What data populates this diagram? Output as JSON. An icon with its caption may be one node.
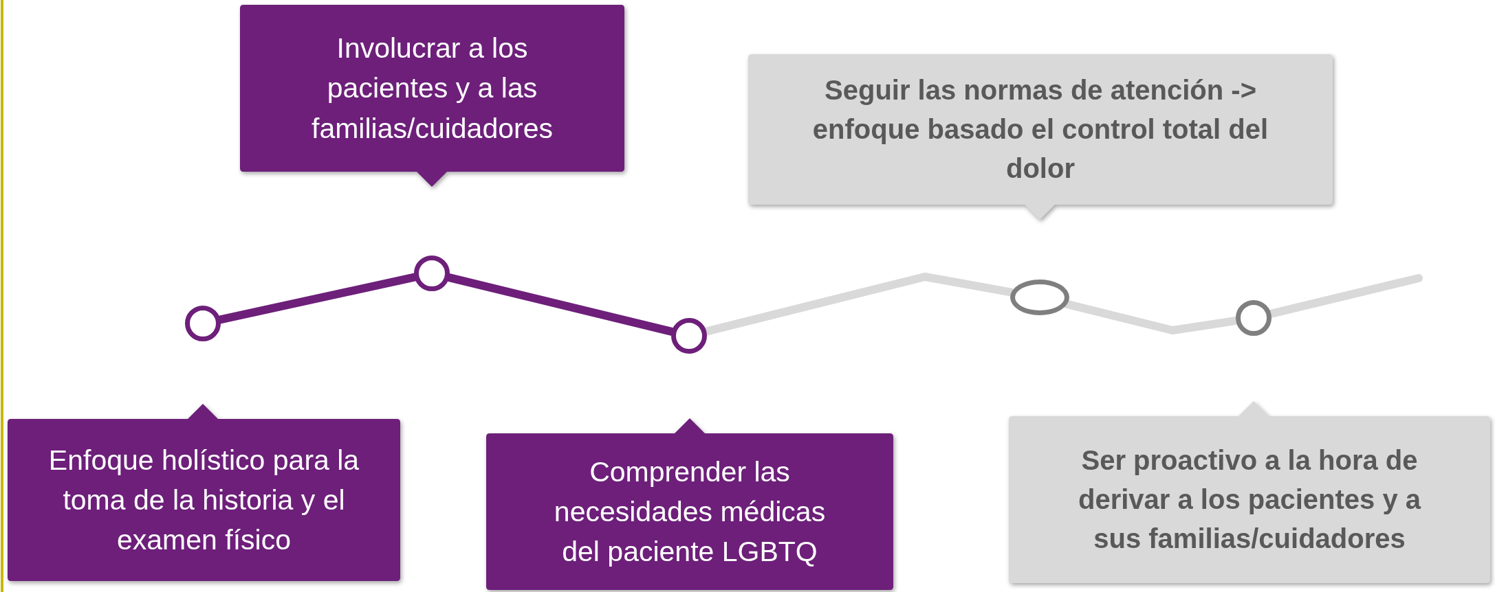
{
  "diagram": {
    "nodes": [
      {
        "text": [
          "Involucrar a los pacientes y a las familias/cuidadores"
        ]
      },
      {
        "text": [
          "Seguir las normas de atención -> enfoque basado el control total del dolor"
        ]
      },
      {
        "text": [
          "Enfoque holístico para la toma de la historia y el examen físico"
        ]
      },
      {
        "text": [
          "Comprender las necesidades médicas del paciente LGBTQ"
        ]
      },
      {
        "text": [
          "Ser proactivo a la hora de derivar a los pacientes y a sus familias/cuidadores"
        ]
      },
      {
        "text": [],
        "shape": "circle"
      },
      {
        "text": [],
        "shape": "circle"
      },
      {
        "text": [],
        "shape": "circle"
      },
      {
        "text": [],
        "shape": "circle"
      },
      {
        "text": [],
        "shape": "circle"
      }
    ],
    "edges": [
      {
        "from": 5,
        "to": 6,
        "arrow": "none",
        "color": "#6d1f7a"
      },
      {
        "from": 6,
        "to": 7,
        "arrow": "none",
        "color": "#6d1f7a"
      },
      {
        "from": 7,
        "to": 8,
        "arrow": "none"
      },
      {
        "from": 8,
        "to": 9,
        "arrow": "none"
      },
      {
        "from": 9,
        "to": null,
        "arrow": "none"
      }
    ]
  }
}
